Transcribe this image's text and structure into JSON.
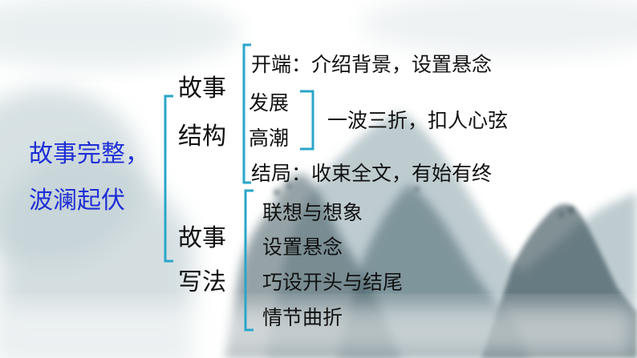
{
  "main_topic": {
    "line1": "故事完整，",
    "line2": "波澜起伏"
  },
  "structure": {
    "line1": "故事",
    "line2": "结构",
    "items": {
      "opening": "开端：介绍背景，设置悬念",
      "development": "发展",
      "climax": "高潮",
      "dev_climax_note": "一波三折，扣人心弦",
      "ending": "结局：收束全文，有始有终"
    }
  },
  "techniques": {
    "line1": "故事",
    "line2": "写法",
    "items": [
      "联想与想象",
      "设置悬念",
      "巧设开头与结尾",
      "情节曲折"
    ]
  },
  "colors": {
    "accent_blue": "#1f2fd6",
    "bracket_teal": "#2aa6c9",
    "text": "#111111"
  }
}
